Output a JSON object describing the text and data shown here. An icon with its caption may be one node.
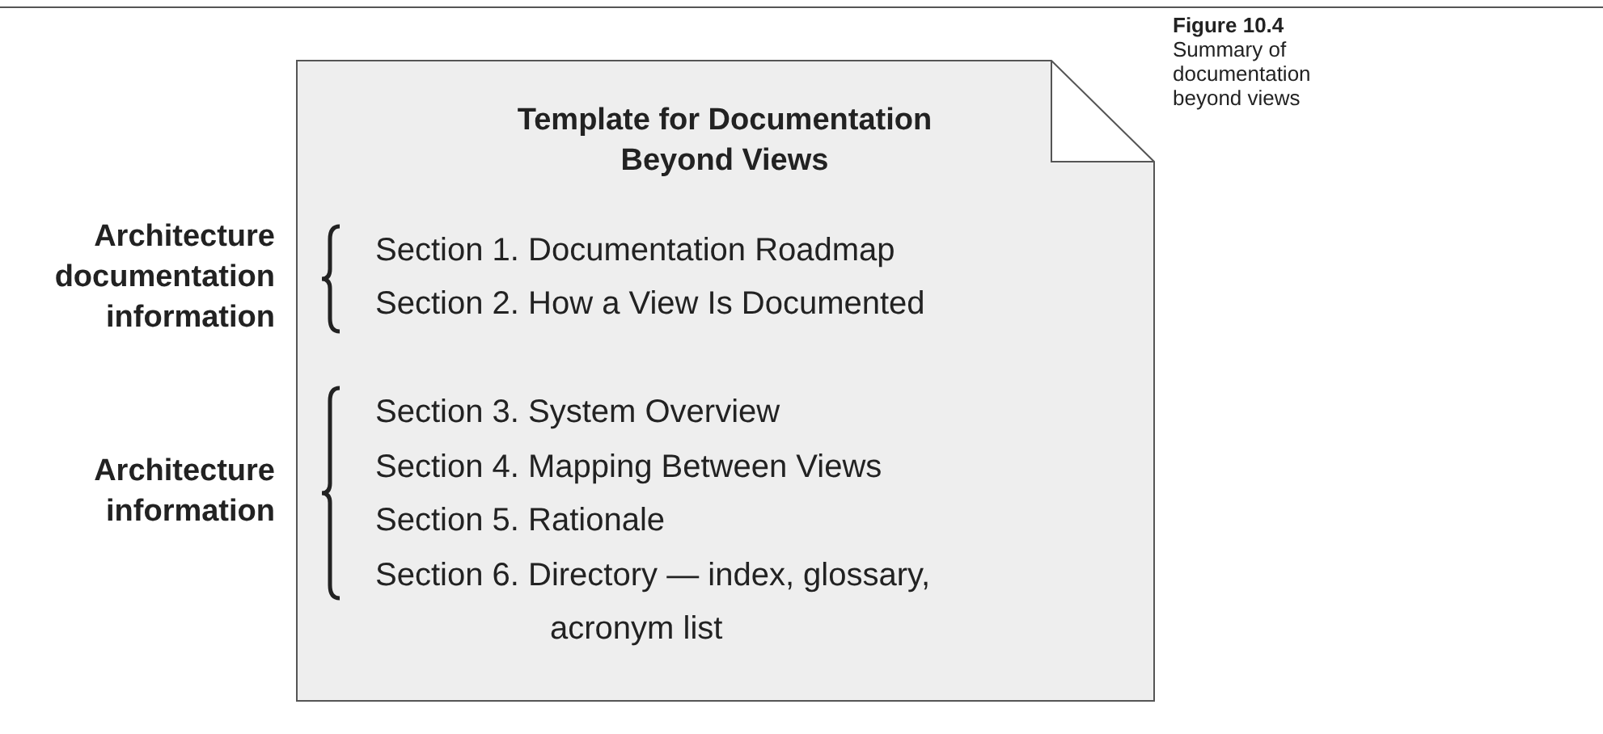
{
  "diagram": {
    "caption": "**Figure 10.4** Summary of documentation beyond views",
    "nodes": [
      {
        "text": [
          "Template for Documentation Beyond Views",
          "Section 1. Documentation Roadmap",
          "Section 2. How a View Is Documented",
          "Section 3. System Overview",
          "Section 4. Mapping Between Views",
          "Section 5. Rationale",
          "Section 6. Directory — index, glossary, acronym list"
        ]
      }
    ],
    "edges": [],
    "labels": [
      "Architecture documentation information",
      "Architecture information"
    ]
  }
}
